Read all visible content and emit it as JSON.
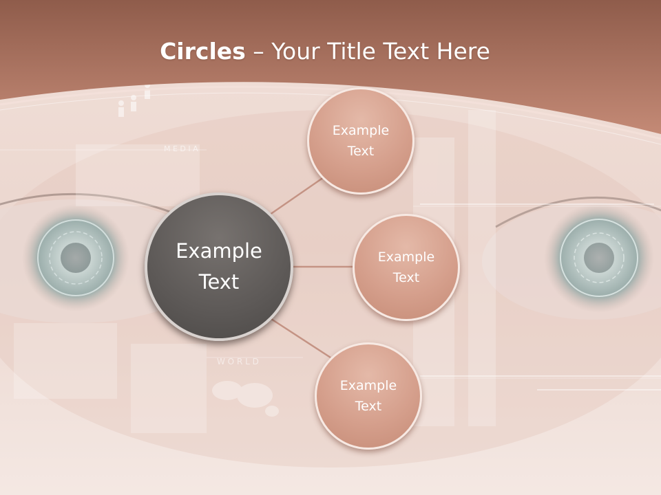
{
  "slide": {
    "title_bold": "Circles",
    "title_rest": " – Your Title Text Here",
    "bg_labels": {
      "media": "M E D I A",
      "world": "W O R L D"
    }
  },
  "diagram": {
    "center": {
      "line1": "Example",
      "line2": "Text"
    },
    "nodes": [
      {
        "line1": "Example",
        "line2": "Text"
      },
      {
        "line1": "Example",
        "line2": "Text"
      },
      {
        "line1": "Example",
        "line2": "Text"
      }
    ]
  },
  "colors": {
    "header": "#9c6452",
    "node_fill": "#d9a593",
    "center_fill": "#5f5b59",
    "connector": "#c49384"
  }
}
